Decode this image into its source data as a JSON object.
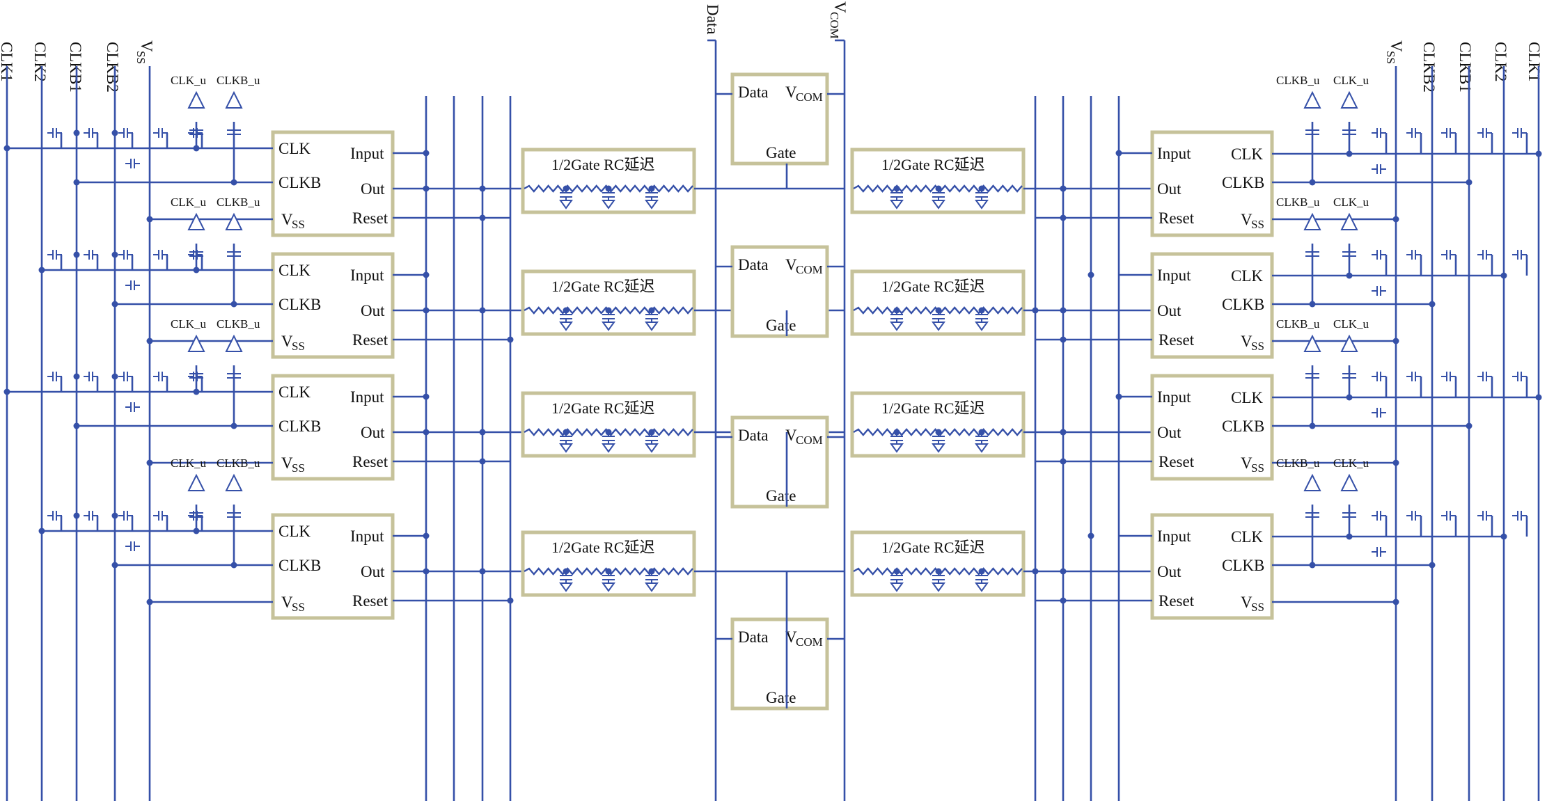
{
  "rails_left": [
    "CLK1",
    "CLK2",
    "CLKB1",
    "CLKB2",
    "V",
    "SS"
  ],
  "rails_right": [
    "V",
    "SS",
    "CLKB2",
    "CLKB1",
    "CLK2",
    "CLK1"
  ],
  "top_center": {
    "data": "Data",
    "vcom_v": "V",
    "vcom_sub": "COM"
  },
  "clk_u": "CLK_u",
  "clkb_u": "CLKB_u",
  "goa_left": {
    "clk": "CLK",
    "clkb": "CLKB",
    "v": "V",
    "ss": "SS",
    "input": "Input",
    "out": "Out",
    "reset": "Reset"
  },
  "goa_right": {
    "input": "Input",
    "out": "Out",
    "reset": "Reset",
    "clk": "CLK",
    "clkb": "CLKB",
    "v": "V",
    "ss": "SS"
  },
  "rc_label": "1/2Gate RC延迟",
  "pixel": {
    "data": "Data",
    "v": "V",
    "com": "COM",
    "gate": "Gate"
  },
  "colors": {
    "wire": "#3550a8",
    "block_border": "#c6c29a"
  }
}
